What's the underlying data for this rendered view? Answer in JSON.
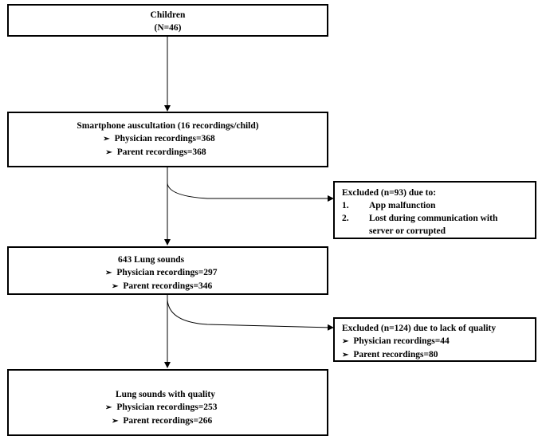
{
  "children_box": {
    "title": "Children",
    "count": "(N=46)"
  },
  "auscultation_box": {
    "title": "Smartphone auscultation (16 recordings/child)",
    "items": [
      "Physician recordings=368",
      "Parent recordings=368"
    ]
  },
  "excluded_malfunction_box": {
    "title": "Excluded (n=93) due to:",
    "items": [
      {
        "marker": "1.",
        "text": "App malfunction"
      },
      {
        "marker": "2.",
        "text": "Lost during communication with",
        "continuation": "server or corrupted"
      }
    ]
  },
  "lung_sounds_box": {
    "title": "643 Lung sounds",
    "items": [
      "Physician recordings=297",
      "Parent recordings=346"
    ]
  },
  "excluded_quality_box": {
    "title": "Excluded (n=124) due to lack of quality",
    "items": [
      "Physician recordings=44",
      "Parent recordings=80"
    ]
  },
  "quality_box": {
    "title": "Lung sounds with quality",
    "items": [
      "Physician recordings=253",
      "Parent recordings=266"
    ]
  },
  "icons": {
    "bullet": "➢"
  }
}
